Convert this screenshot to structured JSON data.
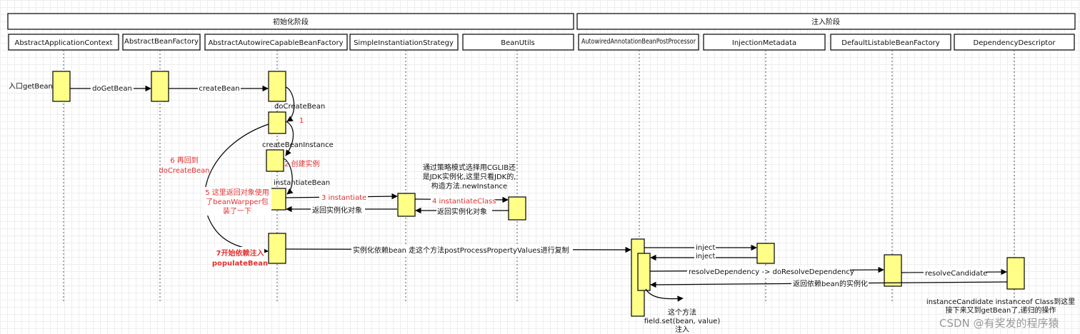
{
  "phases": {
    "init": "初始化阶段",
    "inject": "注入阶段"
  },
  "participants": [
    "AbstractApplicationContext",
    "AbstractBeanFactory",
    "AbstractAutowireCapableBeanFactory",
    "SimpleInstantiationStrategy",
    "BeanUtils",
    "AutowiredAnnotationBeanPostProcessor",
    "InjectionMetadata",
    "DefaultListableBeanFactory",
    "DependencyDescriptor"
  ],
  "messages": {
    "entry": "入口getBean",
    "doGetBean": "doGetBean",
    "createBean": "createBean",
    "doCreateBean": "doCreateBean",
    "step1": "1",
    "createBeanInstance": "createBeanInstance",
    "step2": "2 创建实例",
    "instantiateBean": "instantiateBean",
    "step3": "3 instantiate",
    "step4": "4 instantiateClass",
    "returnInstance1": "返回实例化对象",
    "returnInstance2": "返回实例化对象",
    "populateCall": "实例化依赖bean 走这个方法postProcessPropertyValues进行复制",
    "inject1": "inject",
    "inject2": "inject",
    "resolveDependency": "resolveDependency -> doResolveDependency",
    "resolveCandidate": "resolveCandidate",
    "returnDependency": "返回依赖bean的实例化"
  },
  "notes": {
    "step6": [
      "6 再回到",
      "doCreateBean"
    ],
    "step5": [
      "5 这里返回对象使用",
      "了beanWarpper包",
      "装了一下"
    ],
    "step7": [
      "7开始依赖注入",
      "populateBean"
    ],
    "strategy": [
      "通过策略模式选择用CGLIB还",
      "是JDK实例化,这里只看JDK的,",
      "构造方法.newInstance"
    ],
    "fieldSet": [
      "这个方法",
      "field.set(bean, value)",
      "注入"
    ],
    "candidate": [
      "instanceCandidate instanceof Class到这里",
      "接下来又到getBean了,递归的操作"
    ]
  },
  "watermark": "CSDN @有奖发的程序猿"
}
